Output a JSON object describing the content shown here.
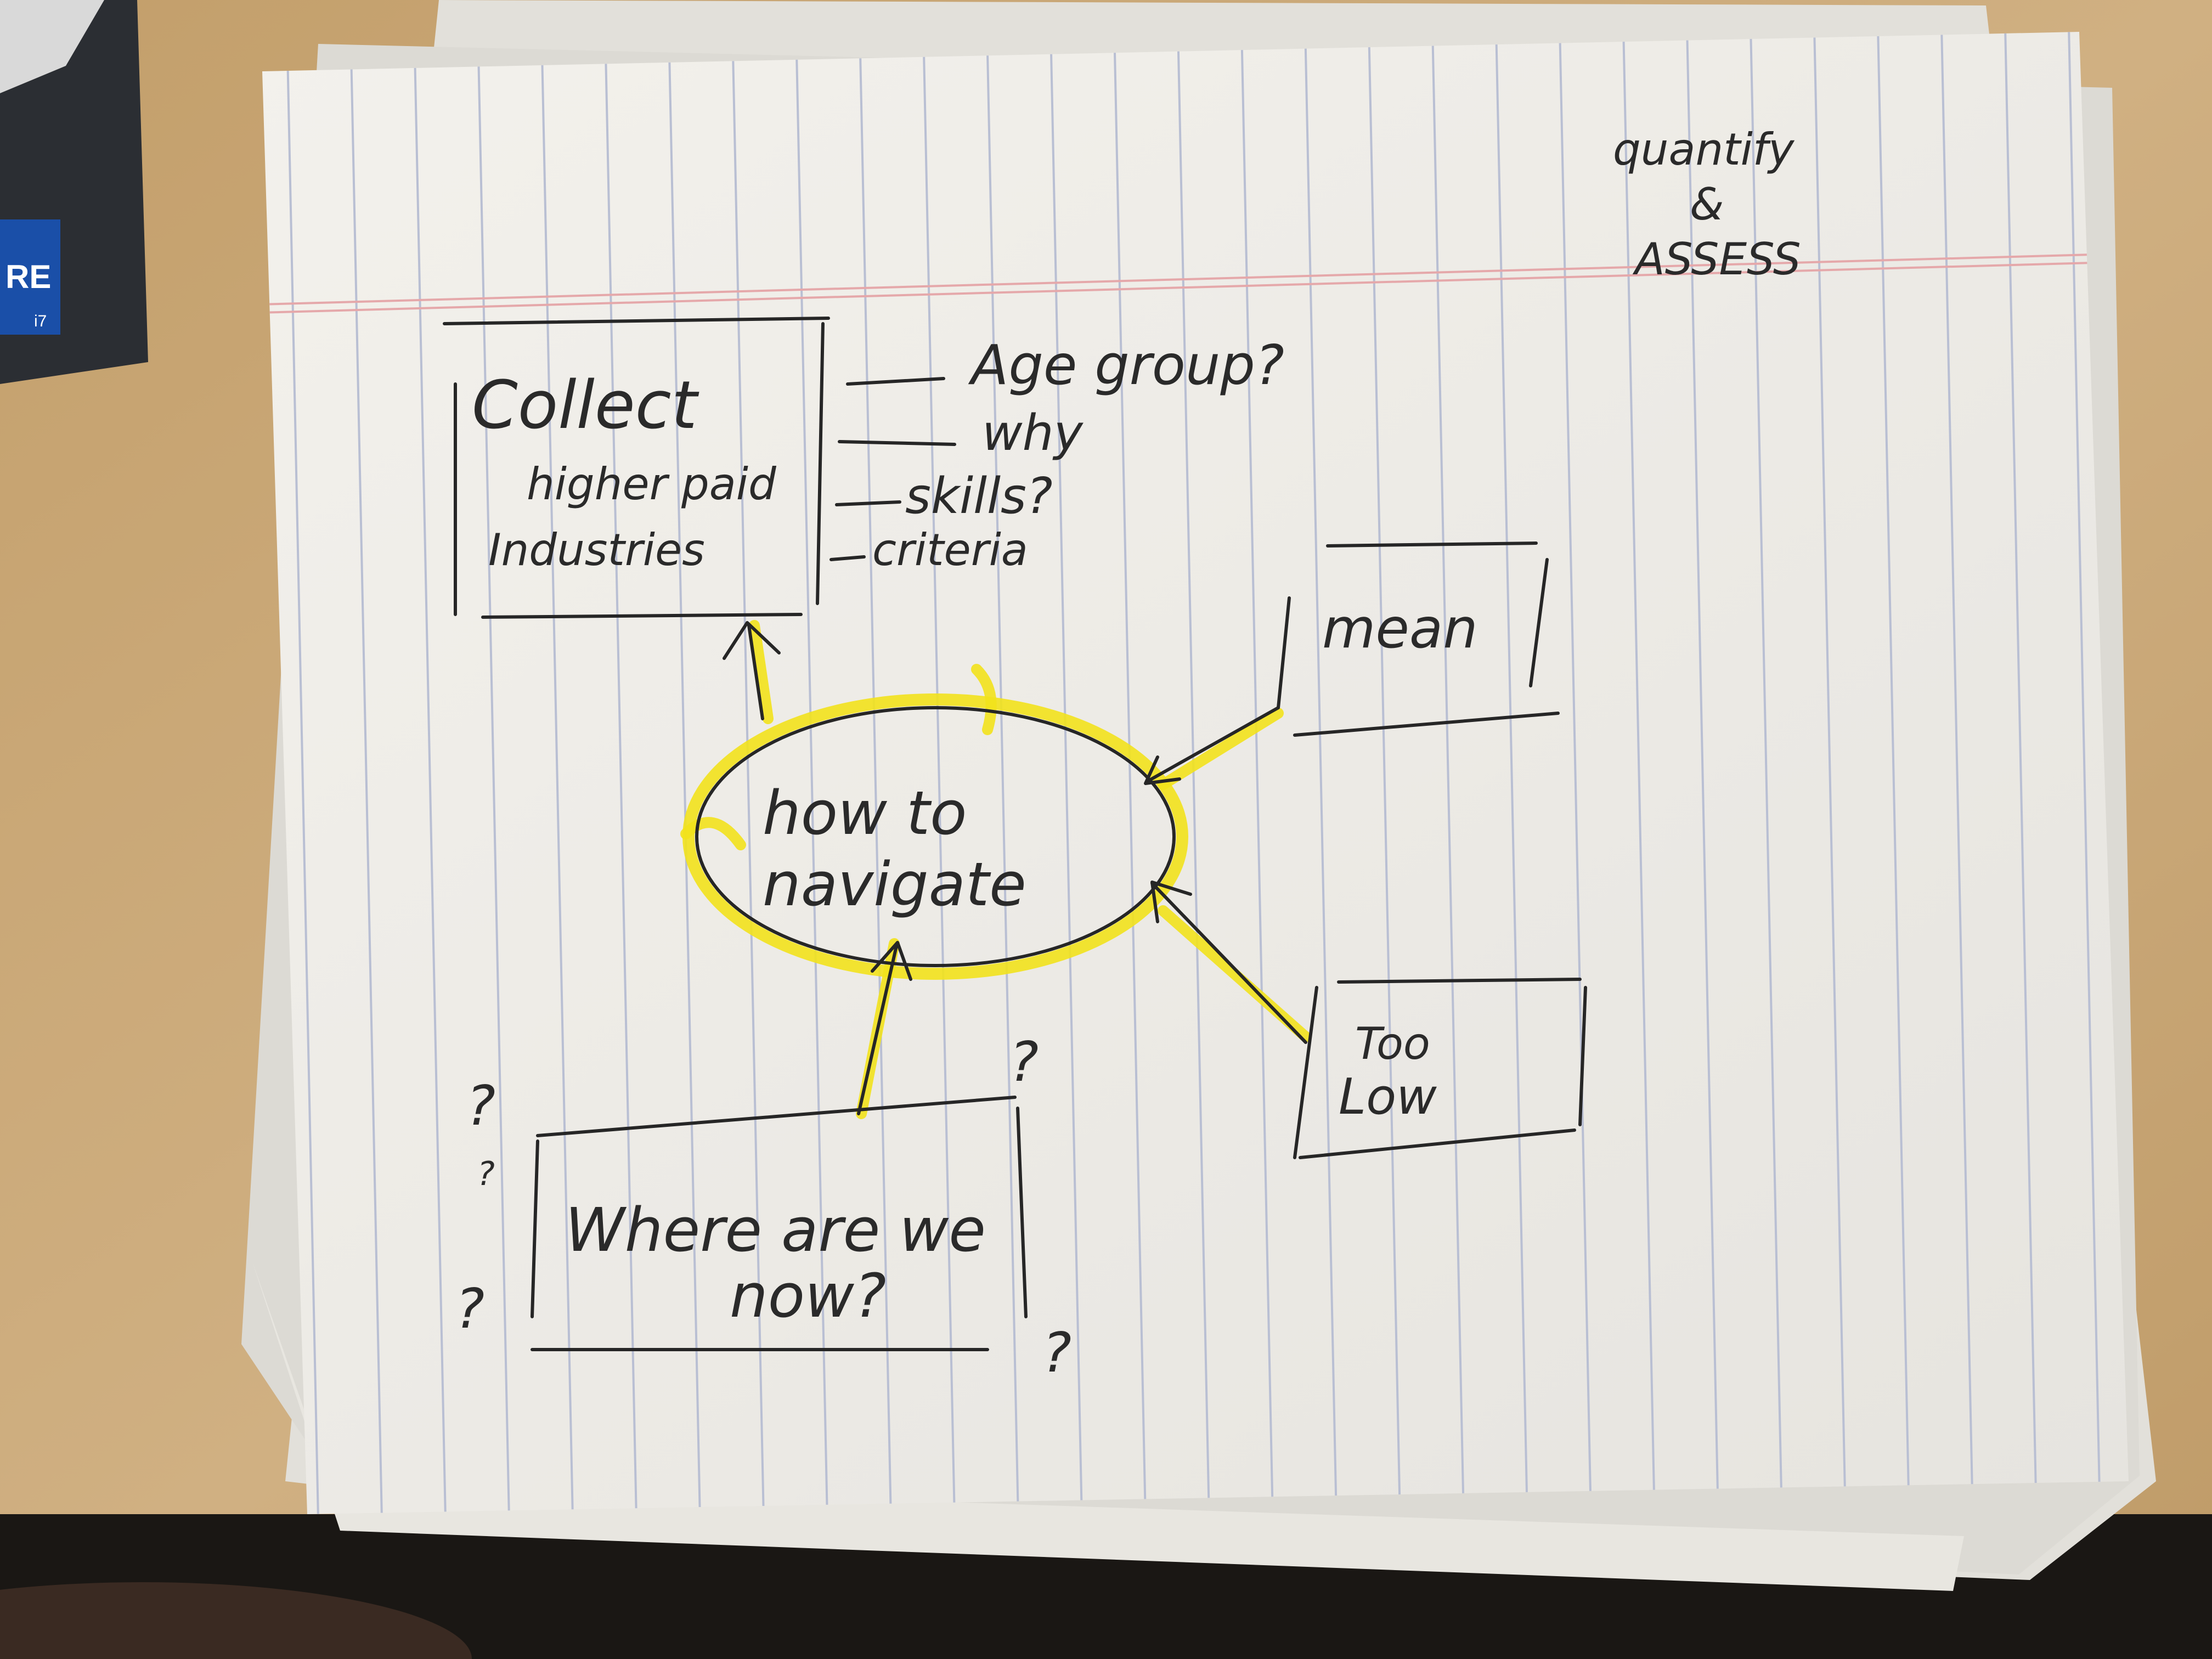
{
  "laptop": {
    "badge_text": "RE",
    "badge_sub": "i7"
  },
  "corner_note": {
    "line1": "quantify",
    "line2": "&",
    "line3": "ASSESS"
  },
  "center": {
    "line1": "how to",
    "line2": "navigate"
  },
  "box_collect": {
    "line1": "Collect",
    "line2": "higher paid",
    "line3": "Industries"
  },
  "branches": {
    "b1": "Age group?",
    "b2": "why",
    "b3": "skills?",
    "b4": "criteria"
  },
  "box_mean": {
    "text": "mean"
  },
  "box_low": {
    "line1": "Too",
    "line2": "Low"
  },
  "box_where": {
    "line1": "Where are we",
    "line2": "now?"
  },
  "question_marks": [
    "?",
    "?",
    "?",
    "?",
    "?"
  ],
  "colors": {
    "desk": "#c8a878",
    "paper": "#f1efea",
    "rule": "#b9bfd3",
    "margin": "#e5a8aa",
    "highlighter": "#f2e21c",
    "ink": "#262626"
  }
}
